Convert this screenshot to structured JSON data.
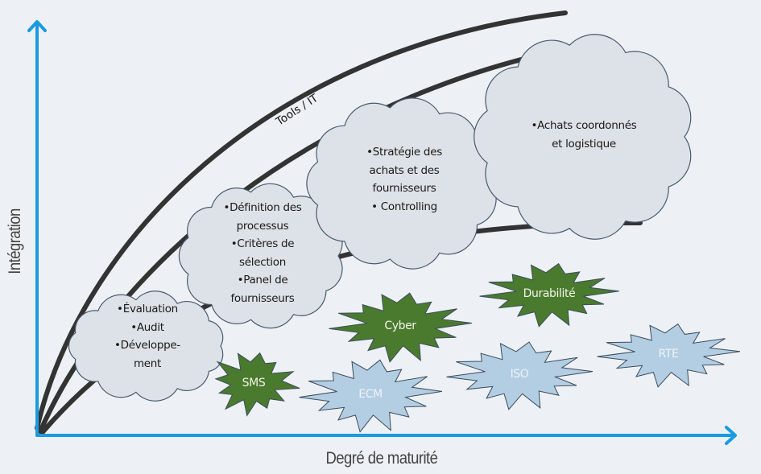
{
  "axes": {
    "x_label": "Degré de maturité",
    "y_label": "Intégration",
    "color": "#1a9be0"
  },
  "curves": {
    "label": "Tools / IT",
    "color": "#333333",
    "count": 3
  },
  "clouds": [
    {
      "id": "stage-1",
      "lines": [
        "•Évaluation",
        "•Audit",
        "•Développe-",
        "ment"
      ]
    },
    {
      "id": "stage-2",
      "lines": [
        "•Définition des",
        "processus",
        "•Critères de",
        "sélection",
        "•Panel de",
        "fournisseurs"
      ]
    },
    {
      "id": "stage-3",
      "lines": [
        "•Stratégie des",
        "achats et des",
        "fournisseurs",
        "• Controlling"
      ]
    },
    {
      "id": "stage-4",
      "lines": [
        "•Achats coordonnés",
        "et logistique"
      ]
    }
  ],
  "cloud_colors": {
    "fill": "#dde2e8",
    "stroke": "#4a5a6e"
  },
  "stars": [
    {
      "label": "SMS",
      "kind": "green"
    },
    {
      "label": "Cyber",
      "kind": "green"
    },
    {
      "label": "Durabilité",
      "kind": "green"
    },
    {
      "label": "ECM",
      "kind": "blue"
    },
    {
      "label": "ISO",
      "kind": "blue"
    },
    {
      "label": "RTE",
      "kind": "blue"
    }
  ],
  "star_colors": {
    "green": {
      "fill": "#4a7a2e",
      "text": "#f2f4e8"
    },
    "blue": {
      "fill": "#b3cde3",
      "text": "#eef3f8"
    }
  }
}
